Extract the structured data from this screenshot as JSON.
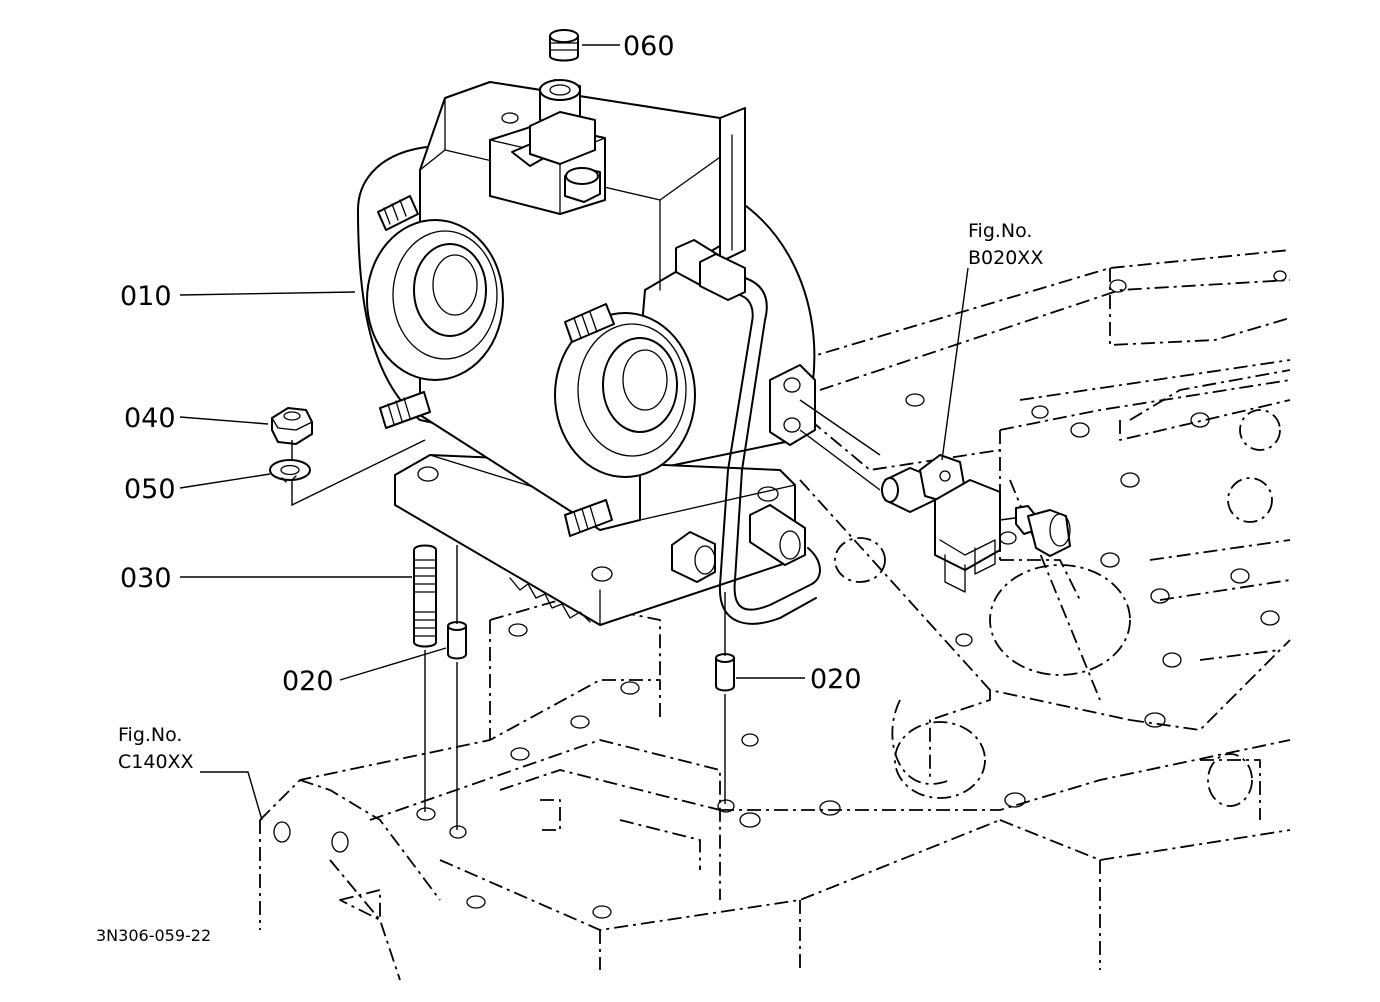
{
  "callouts": {
    "c060": "060",
    "c010": "010",
    "c040": "040",
    "c050": "050",
    "c030": "030",
    "c020_left": "020",
    "c020_right": "020"
  },
  "references": {
    "fig_b_label": "Fig.No.",
    "fig_b_code": "B020XX",
    "fig_c_label": "Fig.No.",
    "fig_c_code": "C140XX"
  },
  "drawing_id": "3N306-059-22"
}
